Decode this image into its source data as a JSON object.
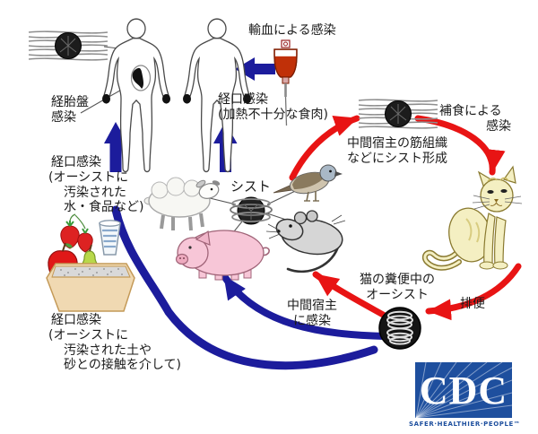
{
  "colors": {
    "human_route_blue": "#1c1c9c",
    "cat_cycle_red": "#e81414",
    "cdc_blue": "#1e4f9e"
  },
  "labels": {
    "transfusion": "輸血による感染",
    "transplacental": [
      "経胎盤",
      "感染"
    ],
    "oral_meat": [
      "経口感染",
      "(加熱不十分な食肉)"
    ],
    "oral_water": [
      "経口感染",
      "(オーシストに",
      "汚染された",
      "水・食品など)"
    ],
    "oral_soil": [
      "経口感染",
      "(オーシストに",
      "汚染された土や",
      "砂との接触を介して)"
    ],
    "cyst": "シスト",
    "cyst_formation": [
      "中間宿主の筋組織",
      "などにシスト形成"
    ],
    "predation": [
      "補食による",
      "感染"
    ],
    "feces_oocyst": [
      "猫の糞便中の",
      "オーシスト"
    ],
    "defecation": "排便",
    "infect_intermediate": [
      "中間宿主",
      "に感染"
    ]
  },
  "logo": {
    "acronym": "CDC",
    "tagline": "SAFER·HEALTHIER·PEOPLE™"
  },
  "icons": [
    "tissue-cyst-icon",
    "muscle-cyst-icon",
    "oocyst-icon",
    "blood-bag-icon",
    "pregnant-woman-figure",
    "man-figure",
    "sheep-icon",
    "pig-icon",
    "bird-icon",
    "mouse-icon",
    "cat-icon",
    "strawberry-icon",
    "apple-icon",
    "pear-icon",
    "water-glass-icon",
    "litter-box-icon",
    "cdc-logo"
  ]
}
